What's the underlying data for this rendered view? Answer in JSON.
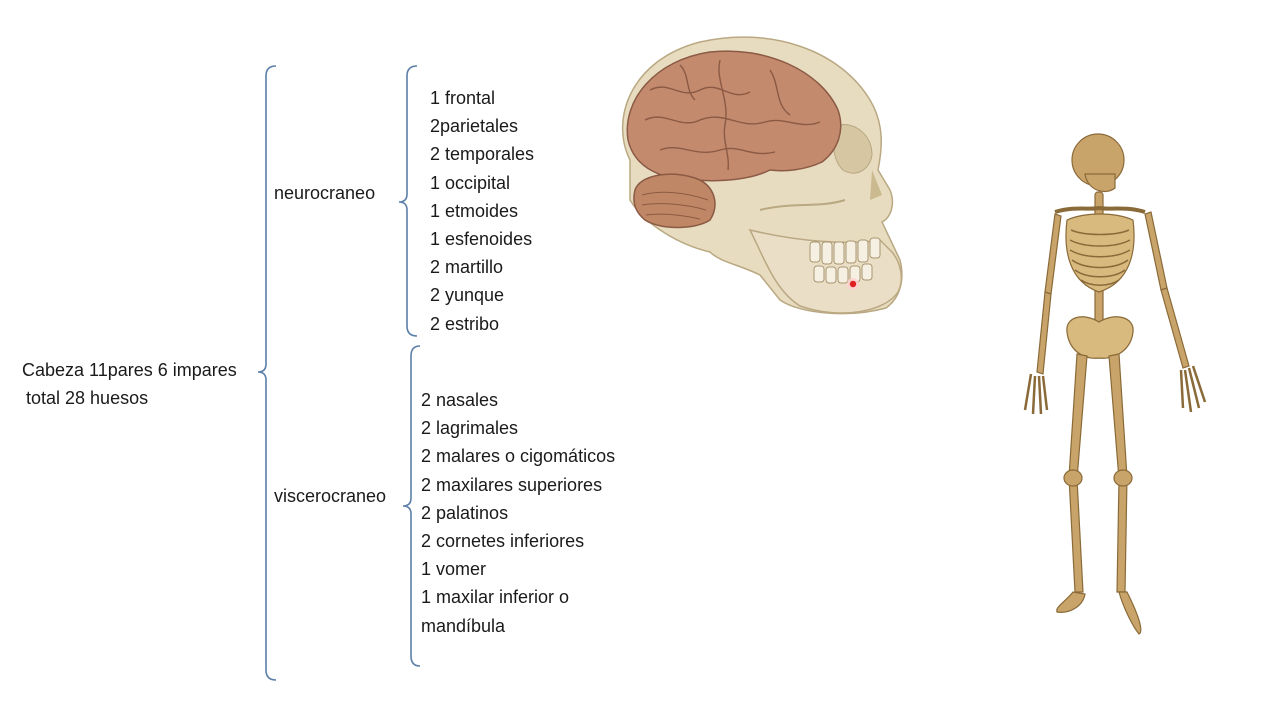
{
  "root": {
    "line1": "Cabeza 11pares 6 impares",
    "line2": "total 28 huesos"
  },
  "groups": [
    {
      "name": "neurocraneo",
      "items": [
        "1 frontal",
        "2parietales",
        "2 temporales",
        "1 occipital",
        "1 etmoides",
        "1 esfenoides",
        "2 martillo",
        "2 yunque",
        "2 estribo"
      ]
    },
    {
      "name": "viscerocraneo",
      "items": [
        "2 nasales",
        "2 lagrimales",
        "2 malares o cigomáticos",
        "2 maxilares superiores",
        "2 palatinos",
        "2 cornetes inferiores",
        "1 vomer",
        "1 maxilar inferior o",
        "mandíbula"
      ]
    }
  ],
  "colors": {
    "brace": "#5b7fa8",
    "bone": "#e8dcc0",
    "brain": "#c48a6e",
    "skeleton": "#c9a46a",
    "cursor": "#e02020"
  },
  "images": {
    "skull": "skull-with-brain-illustration",
    "skeleton": "full-skeleton-illustration"
  }
}
